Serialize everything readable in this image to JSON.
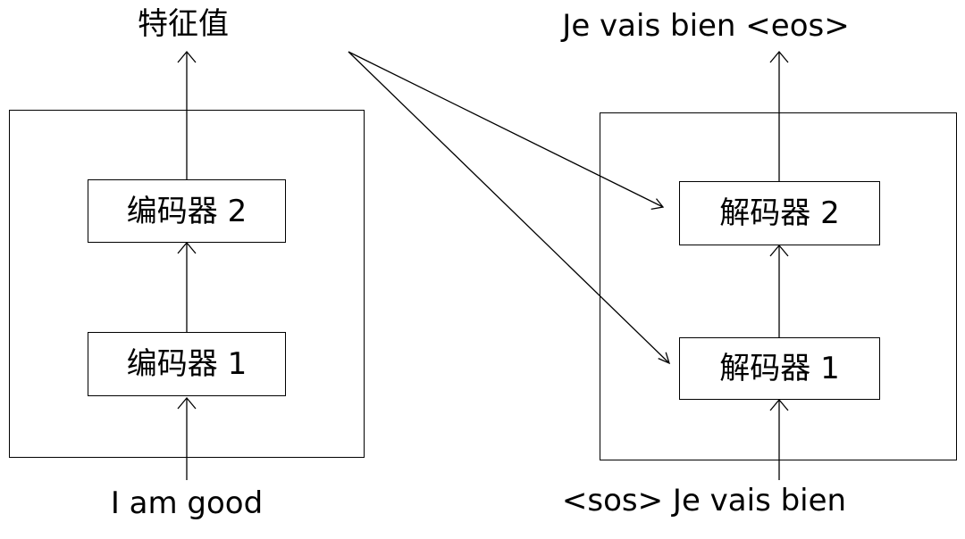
{
  "encoder": {
    "blocks": [
      "编码器 1",
      "编码器 2"
    ],
    "input": "I am good",
    "output": "特征值"
  },
  "decoder": {
    "blocks": [
      "解码器 1",
      "解码器 2"
    ],
    "input": "<sos> Je vais bien",
    "output": "Je vais bien <eos>"
  },
  "colors": {
    "stroke": "#000000",
    "background": "#ffffff"
  }
}
